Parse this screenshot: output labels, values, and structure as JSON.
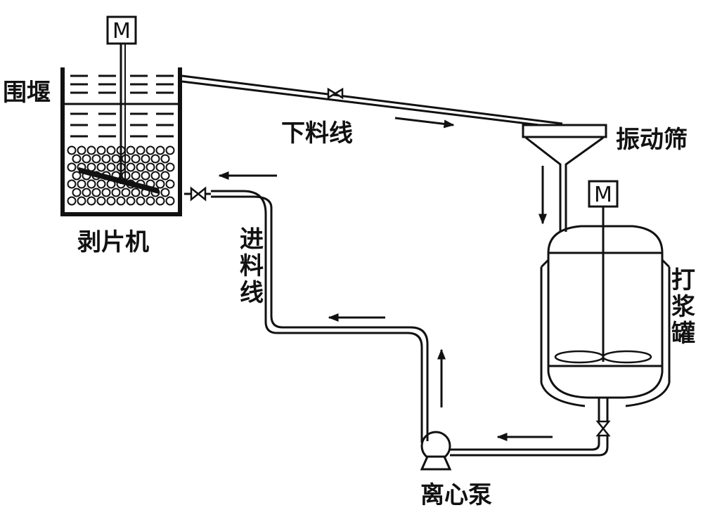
{
  "labels": {
    "weir": "围堰",
    "peeler": "剥片机",
    "discharge_line": "下料线",
    "vibrating_screen": "振动筛",
    "feed_line": "进料线",
    "slurry_tank": "打浆罐",
    "centrifugal_pump": "离心泵",
    "motor_1": "M",
    "motor_2": "M"
  }
}
